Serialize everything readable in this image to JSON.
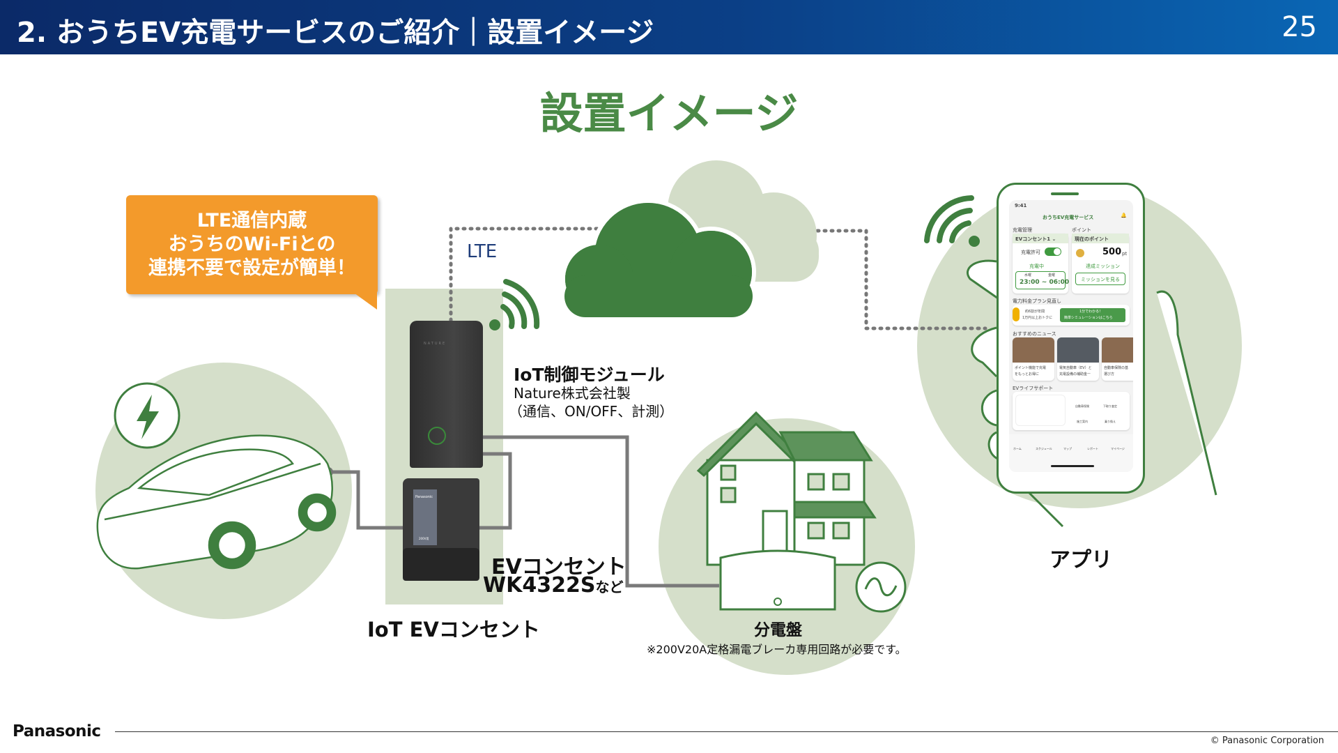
{
  "header": {
    "title": "2. おうちEV充電サービスのご紹介｜設置イメージ",
    "page_number": "25"
  },
  "main_title": "設置イメージ",
  "callout": {
    "lines": [
      "LTE通信内蔵",
      "おうちのWi-Fiとの",
      "連携不要で設定が簡単！"
    ],
    "color": "#f39a2b"
  },
  "lte_label": "LTE",
  "module": {
    "title": "IoT制御モジュール",
    "maker": "Nature株式会社製",
    "features": "（通信、ON/OFF、計測）",
    "brand_mark": "NATURE"
  },
  "outlet": {
    "line1": "EVコンセント",
    "model": "WK4322S",
    "suffix": "など",
    "brand_mark": "Panasonic",
    "spec": "200V用"
  },
  "iot_ev_label": "IoT EVコンセント",
  "breaker": {
    "label": "分電盤",
    "note": "※200V20A定格漏電ブレーカ専用回路が必要です。"
  },
  "app": {
    "label": "アプリ",
    "screen": {
      "time": "9:41",
      "app_name": "おうちEV充電サービス",
      "section_charge": "充電管理",
      "section_point": "ポイント",
      "outlet_select": "EVコンセント1",
      "charge_permit": "充電許可",
      "charging": "充電中",
      "day_from": "水曜",
      "day_to": "金曜",
      "schedule": "23:00 ~ 06:00",
      "current_points_label": "現在のポイント",
      "points": "500",
      "points_unit": "pt",
      "mission_label": "達成ミッション",
      "mission_button": "ミッションを見る",
      "plan_section": "電力料金プラン見直し",
      "plan_text1": "約6割が年間",
      "plan_text2": "1万円以上おトクに",
      "plan_btn1": "1分でわかる！",
      "plan_btn2": "簡単シミュレーションはこちら",
      "news_section": "おすすめのニュース",
      "news": [
        [
          "ポイント機能で充電",
          "をもっとお得に"
        ],
        [
          "電気自動車（EV）と",
          "充電設備の補助金ー"
        ],
        [
          "自動車保険の基",
          "選び方"
        ]
      ],
      "support_section": "EVライフサポート",
      "support_items": [
        "自動車保険",
        "下取り査定",
        "施工案内",
        "乗り換え"
      ],
      "nav": [
        "ホーム",
        "スケジュール",
        "マップ",
        "レポート",
        "マイページ"
      ]
    }
  },
  "footer": {
    "logo": "Panasonic",
    "copyright": "© Panasonic Corporation"
  },
  "colors": {
    "header": "#0b3f86",
    "green": "#4a8a46",
    "dark_green": "#3f7f3f",
    "light_green": "#d5dfca",
    "orange": "#f39a2b"
  }
}
